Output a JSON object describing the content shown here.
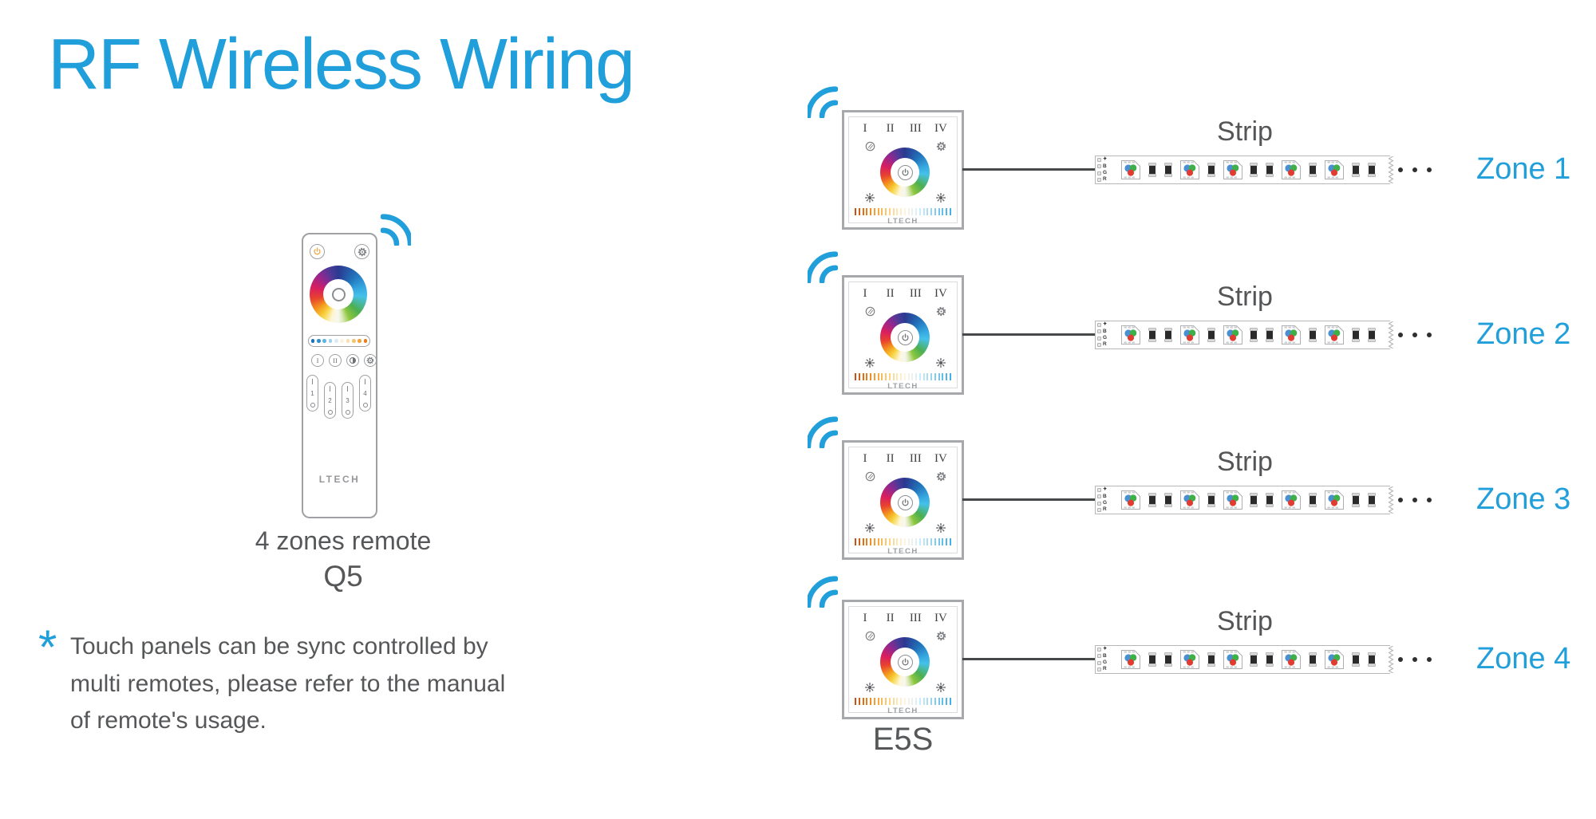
{
  "title": "RF Wireless Wiring",
  "colors": {
    "accent": "#219FDB",
    "text": "#565759",
    "wire": "#47484A",
    "panel_border": "#A6A8AB",
    "led_blue": "#4B8FD3",
    "led_green": "#3FAF4C",
    "led_red": "#E03C31",
    "remote_power_orange": "#F2A33C",
    "icon_gray": "#6F7174"
  },
  "remote": {
    "caption": "4 zones remote",
    "model": "Q5",
    "brand": "LTECH",
    "mode_buttons": [
      "I",
      "II"
    ],
    "zone_keys": [
      "1",
      "2",
      "3",
      "4"
    ],
    "cct_dots": [
      "#1D71B8",
      "#2F8FD0",
      "#5FB4E4",
      "#9ED2F0",
      "#D8ECF8",
      "#FBF2DC",
      "#F9DFAE",
      "#F6C173",
      "#F2A33C",
      "#E97E18"
    ]
  },
  "note": {
    "marker": "*",
    "lines": [
      "Touch panels can be sync controlled by",
      "multi remotes, please refer to the manual",
      "of remote's usage."
    ]
  },
  "panel": {
    "model": "E5S",
    "brand": "LTECH",
    "channels": [
      "I",
      "II",
      "III",
      "IV"
    ],
    "wheel_stops": [
      "#2B3990 0deg",
      "#2170B8 40deg",
      "#36A9E1 75deg",
      "#45C1E9 95deg",
      "#4CAF50 130deg",
      "#8CC63F 155deg",
      "#D9E8B5 170deg",
      "#F7F7F0 180deg",
      "#FDF6D8 195deg",
      "#F7D33E 215deg",
      "#F49A1C 235deg",
      "#E8432E 260deg",
      "#D91F5E 285deg",
      "#93278F 315deg",
      "#4B3A97 340deg",
      "#2B3990 360deg"
    ],
    "cct_bars": [
      "#C84E12",
      "#D35E14",
      "#DE6E16",
      "#E67E1C",
      "#EE8E24",
      "#F39D32",
      "#F6AC44",
      "#F8BA58",
      "#FAC76E",
      "#FBD286",
      "#FCDC9E",
      "#FDE5B4",
      "#FEEDC9",
      "#FEF3DC",
      "#F6F3E6",
      "#E9F2EE",
      "#DDF0F5",
      "#CDEAF7",
      "#BCE3F6",
      "#AADCF4",
      "#97D4F2",
      "#84CCEF",
      "#72C4EC",
      "#61BDEA",
      "#52B6E7",
      "#45B0E5"
    ]
  },
  "strip": {
    "label": "Strip",
    "terminals": [
      "✦",
      "B",
      "G",
      "R"
    ],
    "pattern": [
      "led",
      "r",
      "r",
      "led",
      "r",
      "led",
      "r",
      "r",
      "led",
      "r",
      "led",
      "r",
      "r"
    ]
  },
  "zones": [
    {
      "label": "Zone 1"
    },
    {
      "label": "Zone 2"
    },
    {
      "label": "Zone 3"
    },
    {
      "label": "Zone 4"
    }
  ]
}
